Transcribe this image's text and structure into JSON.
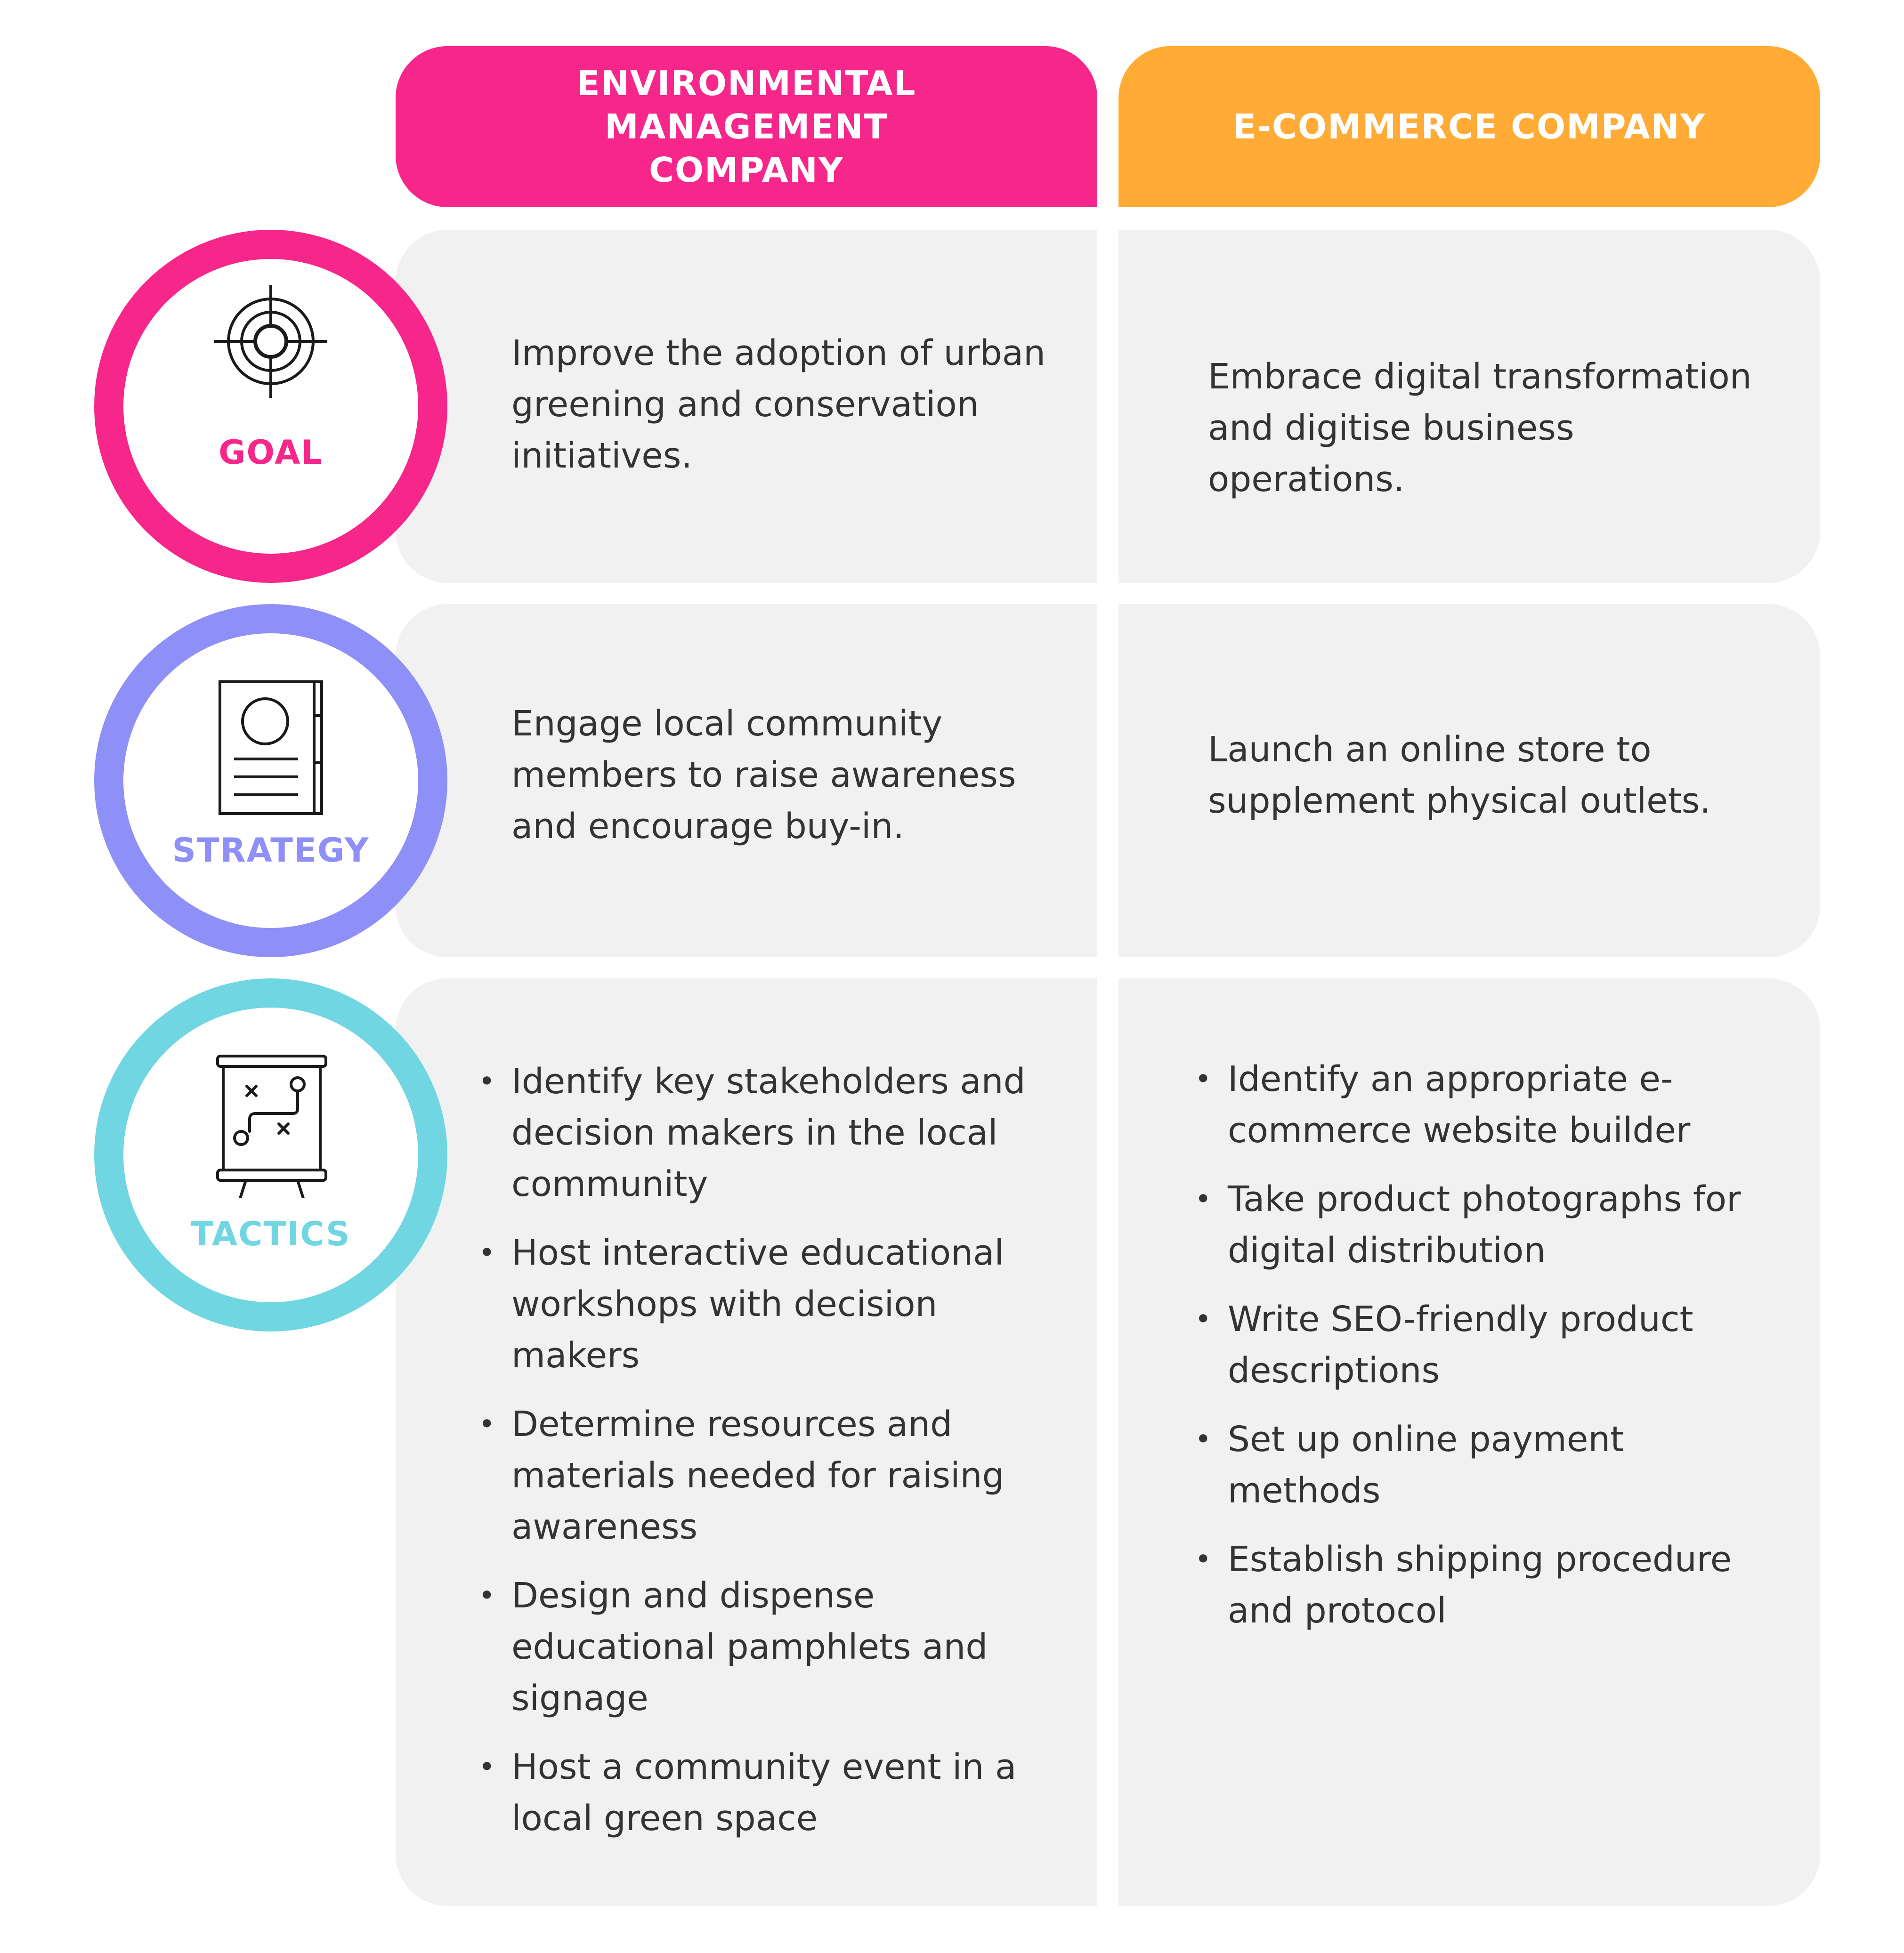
{
  "headers": {
    "left": "ENVIRONMENTAL MANAGEMENT COMPANY",
    "right": "E-COMMERCE COMPANY"
  },
  "rows": {
    "goal": {
      "label": "GOAL",
      "icon": "target-icon",
      "color": "#f7268a",
      "left_text": "Improve the adoption of urban greening and conservation initiatives.",
      "right_text": "Embrace digital transformation and digitise business operations."
    },
    "strategy": {
      "label": "STRATEGY",
      "icon": "document-profile-icon",
      "color": "#8f8ff8",
      "left_text": "Engage local community members to raise awareness and encourage buy-in.",
      "right_text": "Launch an online store to supplement physical outlets."
    },
    "tactics": {
      "label": "TACTICS",
      "icon": "strategy-board-icon",
      "color": "#6fd6e2",
      "left_items": [
        "Identify key stakeholders and decision makers in the local community",
        "Host interactive educational workshops with decision makers",
        "Determine resources and materials needed for raising awareness",
        "Design and dispense educational pamphlets and signage",
        "Host a community event in a local green space"
      ],
      "right_items": [
        "Identify an appropriate e-commerce website builder",
        "Take product photographs for digital distribution",
        "Write SEO-friendly product descriptions",
        "Set up online payment methods",
        "Establish shipping procedure and protocol"
      ]
    }
  },
  "colors": {
    "left_header": "#f7268a",
    "right_header": "#ffab36",
    "cell_background": "#f1f1f1"
  }
}
